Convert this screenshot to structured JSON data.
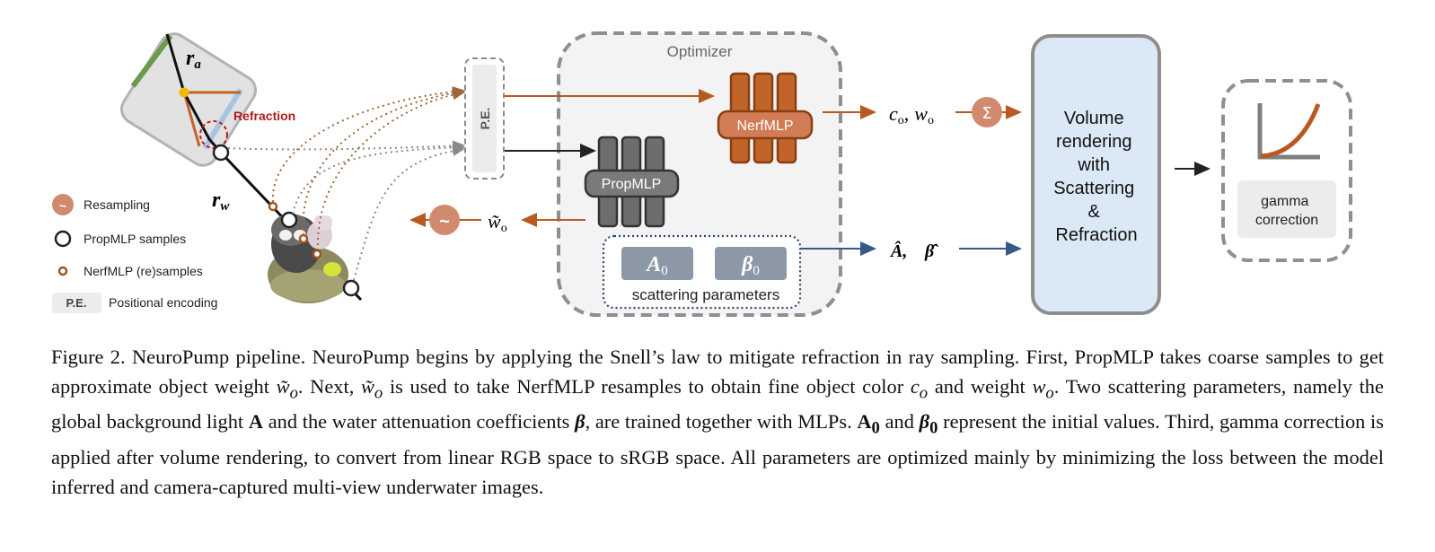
{
  "diagram": {
    "ray_air_label": "r",
    "ray_air_sub": "a",
    "ray_water_label": "r",
    "ray_water_sub": "w",
    "refraction_label": "Refraction",
    "pe_label": "P.E.",
    "optimizer_label": "Optimizer",
    "nerfmlp_label": "NerfMLP",
    "propmlp_label": "PropMLP",
    "resample_symbol": "~",
    "w_tilde_label": "w̃",
    "w_tilde_sub": "o",
    "c_label": "c",
    "c_sub": "o",
    "comma": ",",
    "w_label": "w",
    "w_sub": "o",
    "sum_symbol": "Σ",
    "a_hat_label": "Â,",
    "beta_hat_label": "β̂",
    "a0_label": "A",
    "a0_sub": "0",
    "beta0_label": "β",
    "beta0_sub": "0",
    "scattering_label": "scattering parameters",
    "volume_rendering_lines": [
      "Volume",
      "rendering",
      "with",
      "Scattering",
      "&",
      "Refraction"
    ],
    "gamma_lines": [
      "gamma",
      "correction"
    ],
    "legend": {
      "resampling": "Resampling",
      "propmlp_samples": "PropMLP samples",
      "nerfmlp_samples": "NerfMLP (re)samples",
      "pe_badge": "P.E.",
      "pe_text": "Positional encoding"
    },
    "colors": {
      "orange": "#b85a1f",
      "orange_fill": "#c0642a",
      "resample_fill": "#d28a6e",
      "blue_arrow": "#355a88",
      "gray_box": "#7a7a7a",
      "volume_fill": "#dbe8f5",
      "param_fill": "#8d98a6"
    }
  },
  "caption": {
    "fig": "Figure 2.",
    "s1": "NeuroPump pipeline. NeuroPump begins by applying the Snell’s law to mitigate refraction in ray sampling. First, PropMLP takes coarse samples to get approximate object weight",
    "w_tilde": "w̃",
    "w_sub": "o",
    "s2": ". Next,",
    "s3": "is used to take NerfMLP resamples to obtain fine object color",
    "c": "c",
    "c_sub": "o",
    "s4": "and weight",
    "w": "w",
    "s5": ". Two scattering parameters, namely the global background light",
    "A": "A",
    "s6": "and the water attenuation coefficients",
    "beta": "β",
    "s7": ", are trained together with MLPs.",
    "A0": "A",
    "zero": "0",
    "s8": "and",
    "beta0": "β",
    "s9": "represent the initial values. Third, gamma correction is applied after volume rendering, to convert from linear RGB space to sRGB space. All parameters are optimized mainly by minimizing the loss between the model inferred and camera-captured multi-view underwater images."
  }
}
